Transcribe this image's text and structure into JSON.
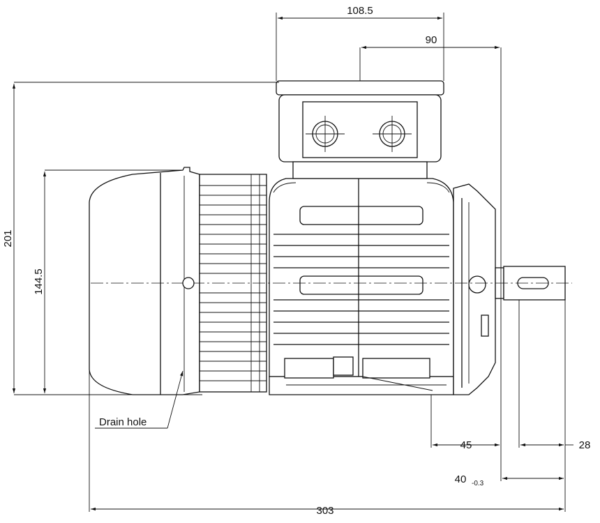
{
  "dimensions": {
    "terminal_box_width": "108.5",
    "shaft_to_box": "90",
    "overall_height": "201",
    "frame_height": "144.5",
    "foot_to_shoulder": "45",
    "shaft_length": "28",
    "shaft_shoulder": "40",
    "shaft_tolerance": "-0.3",
    "overall_length": "303"
  },
  "labels": {
    "drain_hole": "Drain hole"
  }
}
